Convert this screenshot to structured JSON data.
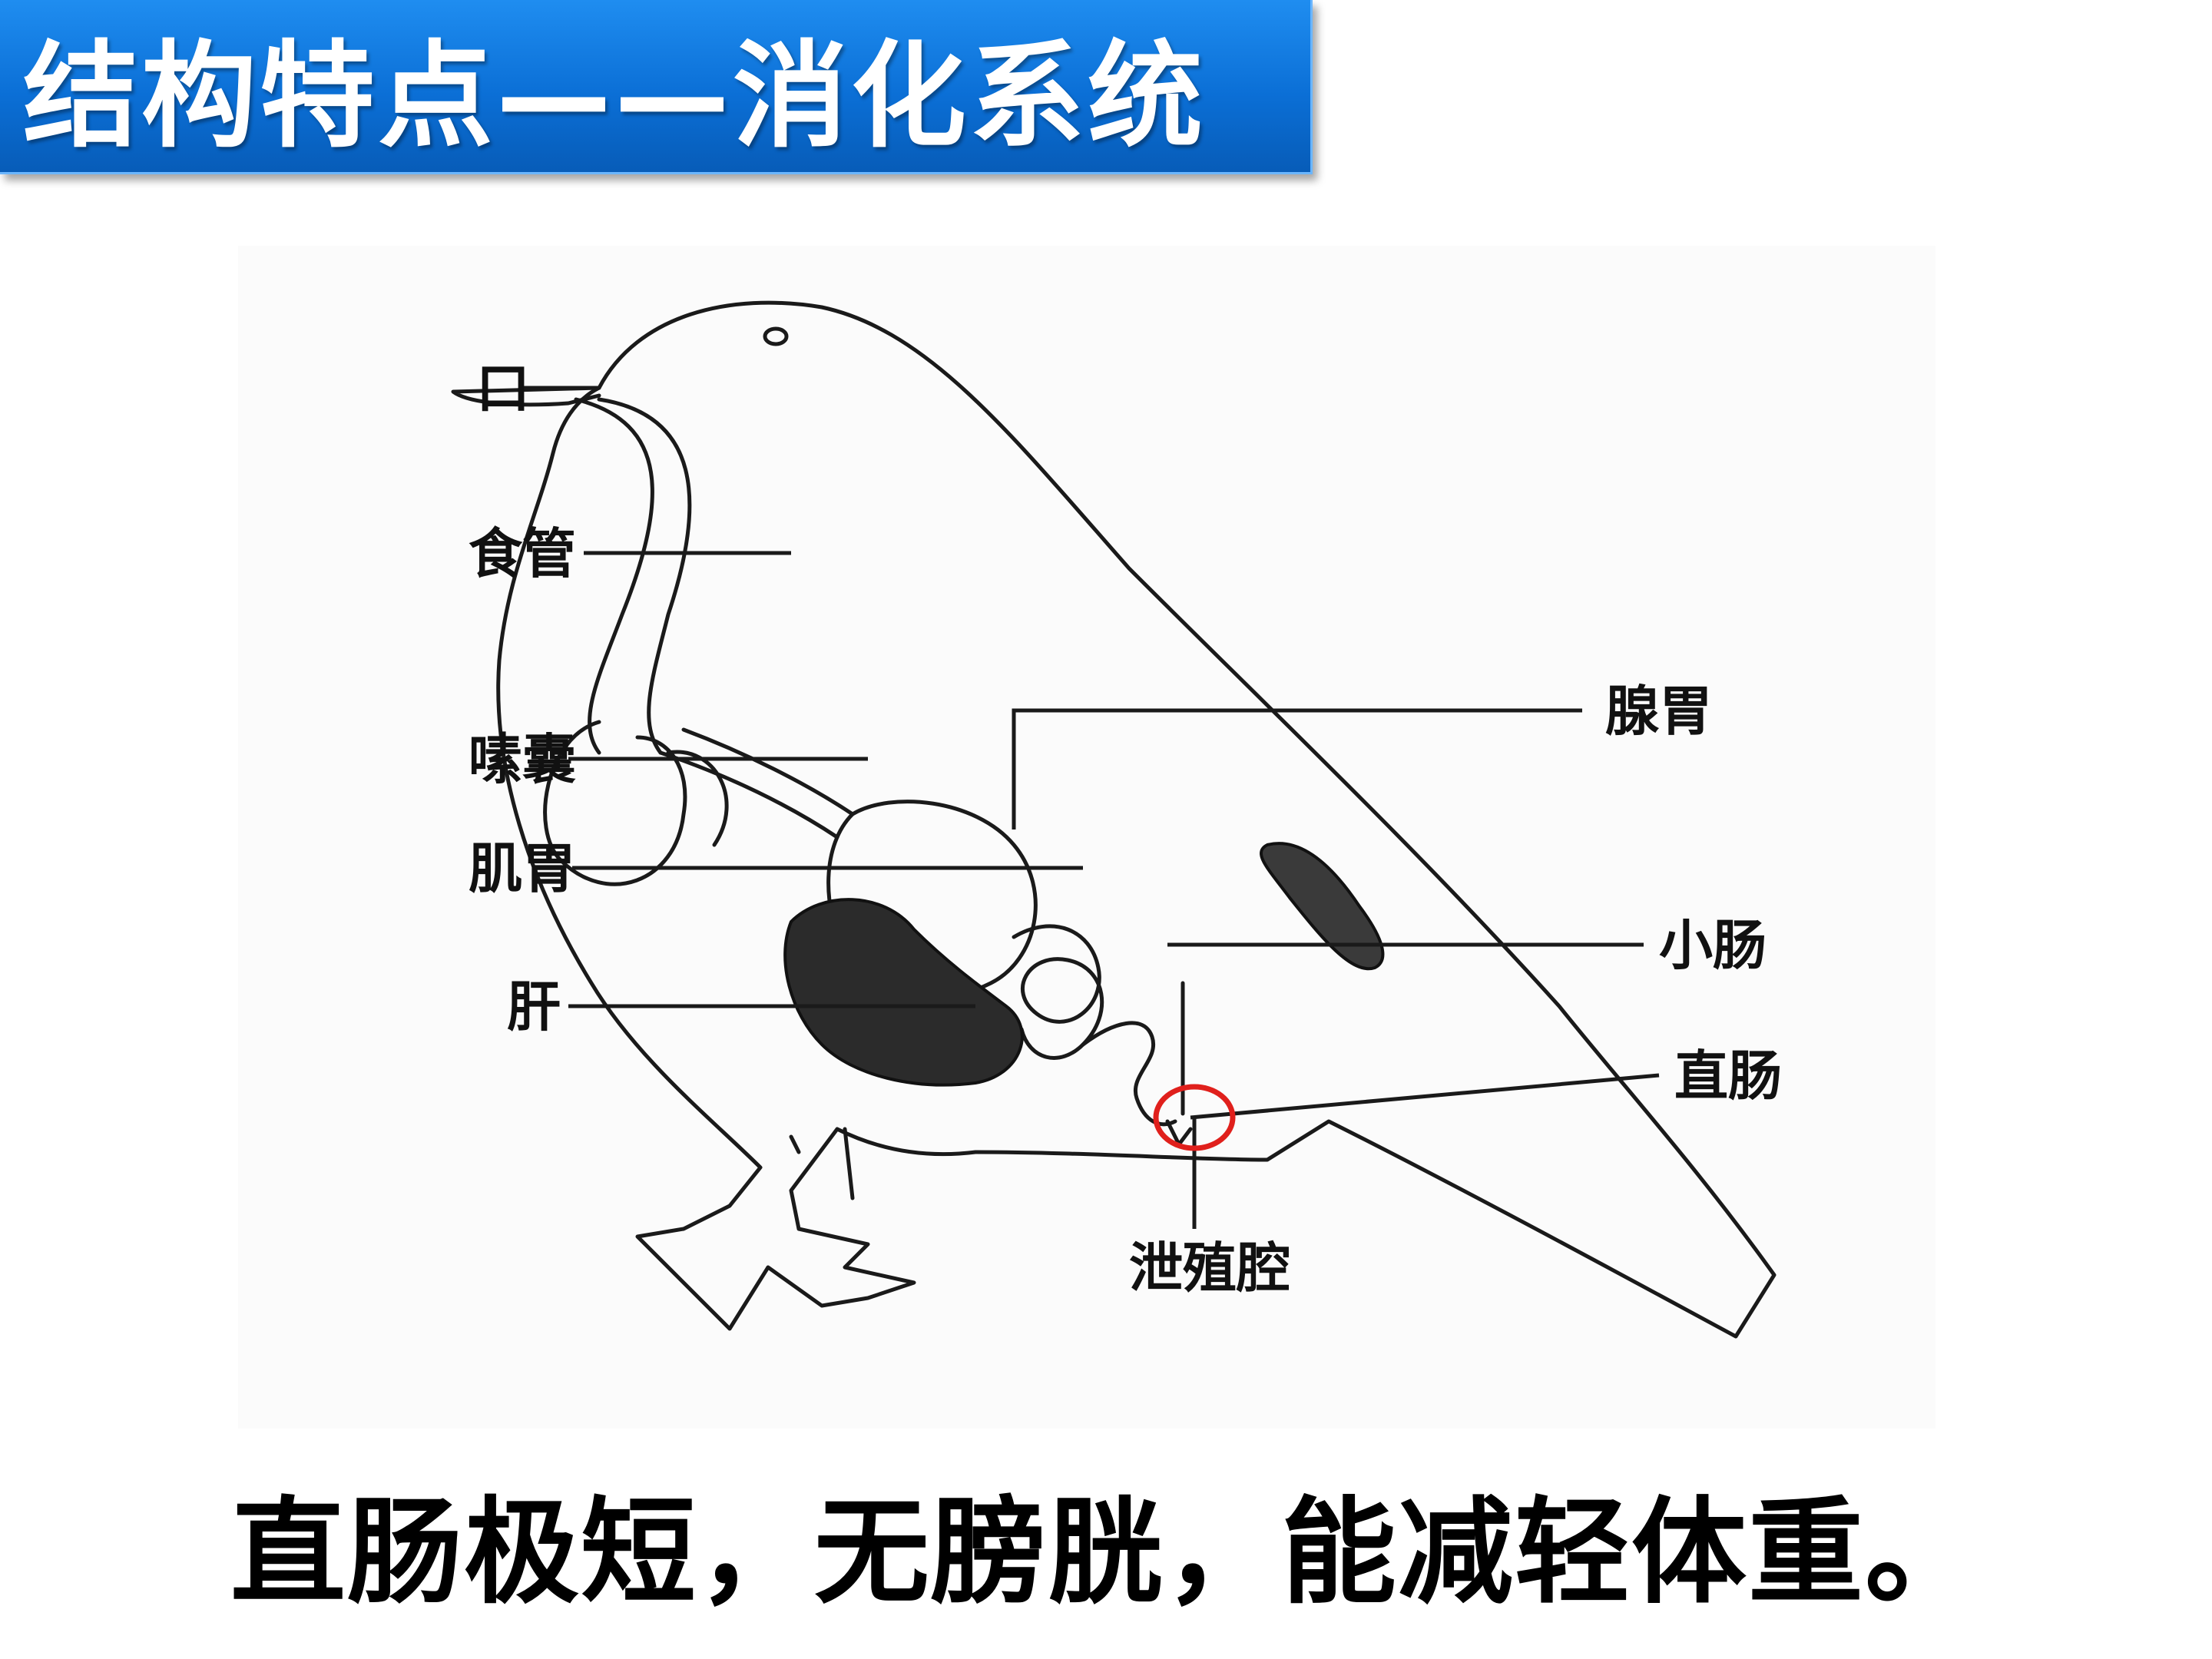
{
  "slide": {
    "title": "结构特点——消化系统",
    "caption": "直肠极短，无膀胱，能减轻体重。"
  },
  "diagram": {
    "labels": {
      "mouth": "口",
      "esophagus": "食管",
      "crop": "嗉囊",
      "gizzard": "肌胃",
      "liver": "肝",
      "proventriculus": "腺胃",
      "small_intestine": "小肠",
      "rectum": "直肠",
      "cloaca": "泄殖腔"
    },
    "highlight_color": "#e0201c"
  }
}
